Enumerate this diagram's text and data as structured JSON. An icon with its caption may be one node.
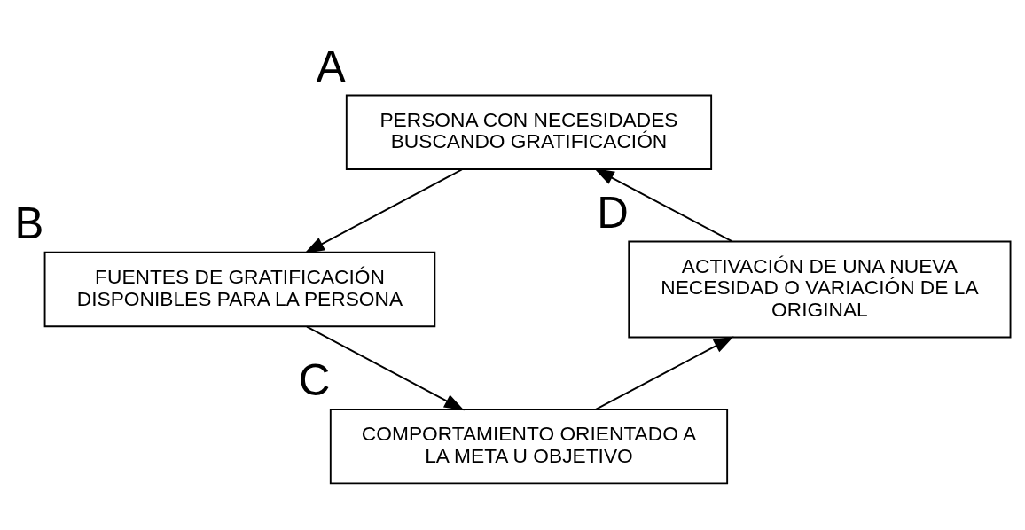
{
  "diagram": {
    "nodes": [
      {
        "text": [
          "PERSONA CON NECESIDADES BUSCANDO GRATIFICACIÓN"
        ],
        "beside": [
          "A"
        ]
      },
      {
        "text": [
          "FUENTES DE GRATIFICACIÓN DISPONIBLES PARA LA PERSONA"
        ],
        "beside": [
          "B"
        ]
      },
      {
        "text": [
          "COMPORTAMIENTO ORIENTADO A LA META U OBJETIVO"
        ],
        "beside": [
          "C"
        ]
      },
      {
        "text": [
          "ACTIVACIÓN DE UNA NUEVA NECESIDAD O VARIACIÓN DE LA ORIGINAL"
        ],
        "beside": [
          "D"
        ]
      }
    ],
    "edges": [
      {
        "from": 0,
        "to": 1,
        "arrow": "to"
      },
      {
        "from": 1,
        "to": 2,
        "arrow": "to"
      },
      {
        "from": 2,
        "to": 3,
        "arrow": "to"
      },
      {
        "from": 3,
        "to": 0,
        "arrow": "to"
      }
    ]
  }
}
